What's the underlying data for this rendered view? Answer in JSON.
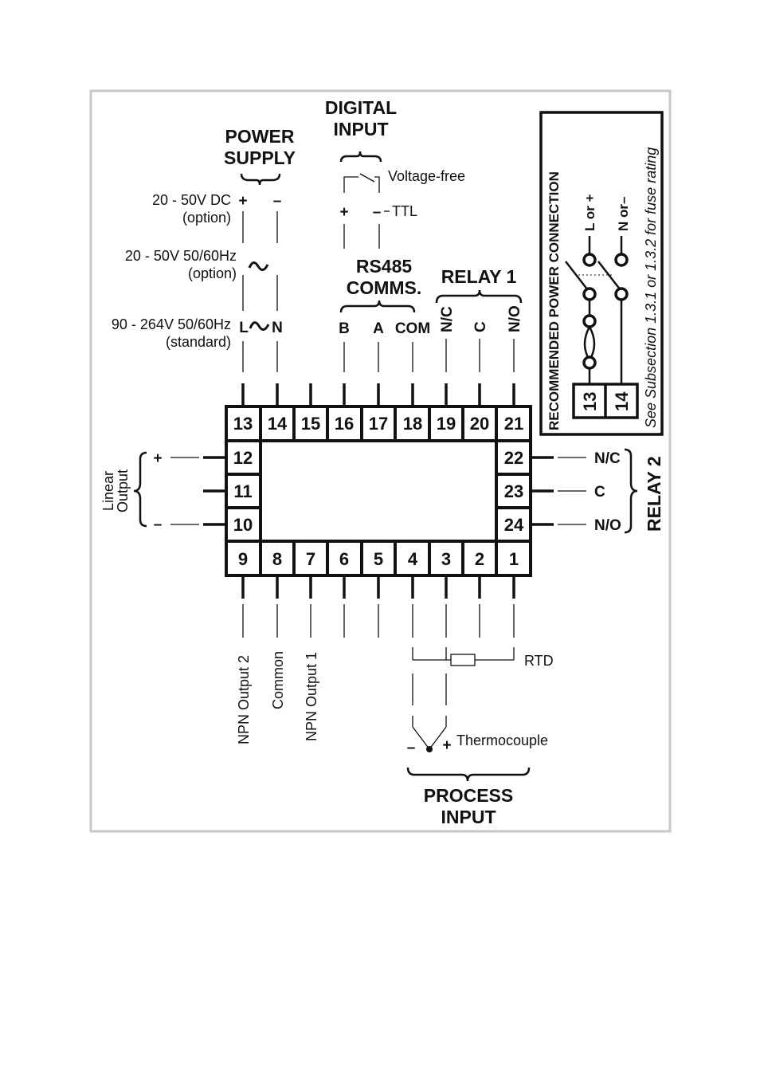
{
  "power_supply": {
    "title_1": "POWER",
    "title_2": "SUPPLY",
    "dc_label": "20 - 50V DC",
    "dc_option": "(option)",
    "dc_plus": "+",
    "dc_minus": "–",
    "ac_low_label": "20 - 50V 50/60Hz",
    "ac_low_option": "(option)",
    "ac_std_label": "90 - 264V 50/60Hz",
    "ac_std_option": "(standard)",
    "live": "L",
    "neutral": "N"
  },
  "digital_input": {
    "title_1": "DIGITAL",
    "title_2": "INPUT",
    "voltage_free": "Voltage-free",
    "plus": "+",
    "minus": "–",
    "ttl": "TTL"
  },
  "rs485": {
    "title_1": "RS485",
    "title_2": "COMMS.",
    "pins": [
      "B",
      "A",
      "COM"
    ]
  },
  "relay1": {
    "title": "RELAY 1",
    "pins": [
      "N/C",
      "C",
      "N/O"
    ]
  },
  "terminals": {
    "top": [
      "13",
      "14",
      "15",
      "16",
      "17",
      "18",
      "19",
      "20",
      "21"
    ],
    "bottom": [
      "9",
      "8",
      "7",
      "6",
      "5",
      "4",
      "3",
      "2",
      "1"
    ],
    "left": [
      "12",
      "11",
      "10"
    ],
    "right": [
      "22",
      "23",
      "24"
    ]
  },
  "linear_output": {
    "title_1": "Linear",
    "title_2": "Output",
    "plus": "+",
    "minus": "–"
  },
  "relay2": {
    "title": "RELAY 2",
    "pins": [
      "N/C",
      "C",
      "N/O"
    ]
  },
  "bottom_labels": {
    "npn2": "NPN Output 2",
    "common": "Common",
    "npn1": "NPN Output 1",
    "rtd": "RTD",
    "thermocouple": "Thermocouple",
    "tc_minus": "–",
    "tc_plus": "+"
  },
  "process_input": {
    "title_1": "PROCESS",
    "title_2": "INPUT"
  },
  "recommended": {
    "title": "RECOMMENDED POWER CONNECTION",
    "l_label": "L or +",
    "n_label": "N or–",
    "t13": "13",
    "t14": "14",
    "note": "See Subsection 1.3.1 or 1.3.2 for fuse rating"
  }
}
